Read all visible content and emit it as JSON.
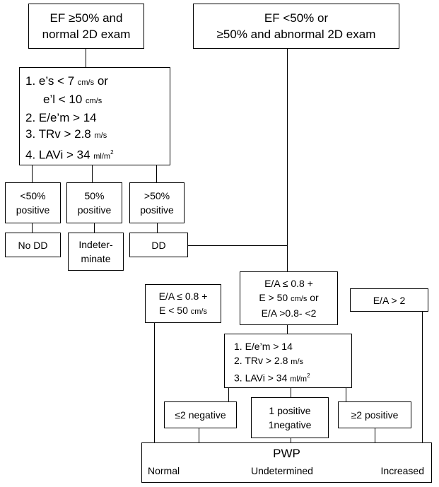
{
  "box_ef_normal": {
    "line1": "EF ≥50% and",
    "line2": "normal 2D exam"
  },
  "box_ef_abnormal": {
    "line1": "EF <50% or",
    "line2": "≥50% and abnormal 2D exam"
  },
  "criteria_box": {
    "c1a_text": "1. e’s < 7 ",
    "c1a_unit": "cm/s",
    "c1a_tail": " or",
    "c1b_text": "e’l   < 10 ",
    "c1b_unit": "cm/s",
    "c2_text": "2. E/e’m  > 14",
    "c3_text": "3. TRv > 2.8 ",
    "c3_unit": "m/s",
    "c4_text": "4. LAVi > 34 ",
    "c4_unit": "ml/m",
    "c4_sup": "2"
  },
  "pct_boxes": [
    {
      "line1": "<50%",
      "line2": "positive"
    },
    {
      "line1": "50%",
      "line2": "positive"
    },
    {
      "line1": ">50%",
      "line2": "positive"
    }
  ],
  "outcome_boxes": {
    "no_dd": "No DD",
    "indeterminate_line1": "Indeter-",
    "indeterminate_line2": "minate",
    "dd": "DD"
  },
  "ea_left": {
    "line1": "E/A ≤ 0.8 +",
    "line2_text": "E < 50 ",
    "line2_unit": "cm/s"
  },
  "ea_mid": {
    "line1": "E/A ≤ 0.8 +",
    "line2_text": "E > 50 ",
    "line2_unit": "cm/s",
    "line2_tail": " or",
    "line3": "E/A >0.8- <2"
  },
  "ea_right": {
    "line1": "E/A > 2"
  },
  "criteria2_box": {
    "c1_text": "1. E/e’m  > 14",
    "c2_text": "2. TRv     > 2.8 ",
    "c2_unit": "m/s",
    "c3_text": "3. LAVi    > 34 ",
    "c3_unit": "ml/m",
    "c3_sup": "2"
  },
  "result_boxes": {
    "neg": "≤2 negative",
    "mixed_line1": "1 positive",
    "mixed_line2": "1negative",
    "pos": "≥2 positive"
  },
  "pwp_box": {
    "title": "PWP",
    "normal": "Normal",
    "undetermined": "Undetermined",
    "increased": "Increased"
  }
}
